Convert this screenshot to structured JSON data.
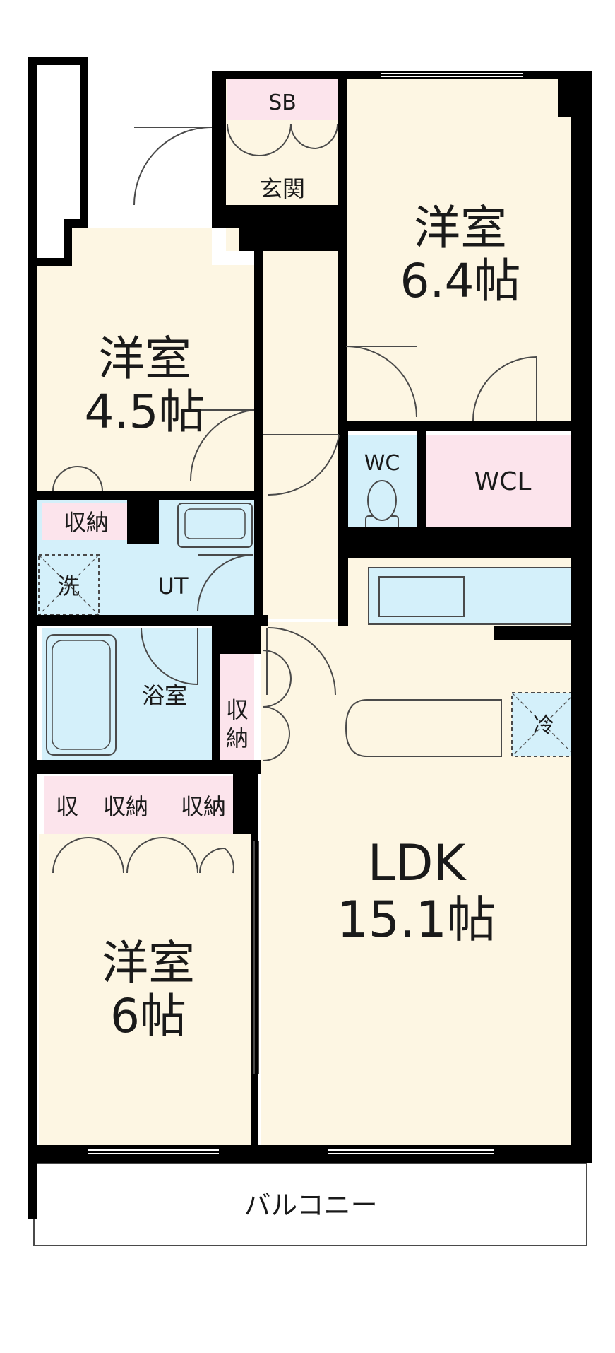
{
  "floorplan": {
    "rooms": {
      "western_64": {
        "name": "洋室",
        "size": "6.4帖"
      },
      "western_45": {
        "name": "洋室",
        "size": "4.5帖"
      },
      "western_6": {
        "name": "洋室",
        "size": "6帖"
      },
      "ldk": {
        "name": "LDK",
        "size": "15.1帖"
      },
      "genkan": "玄関",
      "sb": "SB",
      "wc": "WC",
      "wcl": "WCL",
      "ut": "UT",
      "bath": "浴室",
      "washer": "洗",
      "fridge": "冷",
      "balcony": "バルコニー",
      "storage_a": "収納",
      "storage_b1": "収",
      "storage_b2": "納",
      "storage_c1": "収",
      "storage_c2": "収納",
      "storage_c3": "収納"
    },
    "colors": {
      "room_fill": "#fdf6e3",
      "wet_fill": "#d4f0fa",
      "storage_fill": "#fce4ec",
      "wall": "#000000"
    }
  }
}
